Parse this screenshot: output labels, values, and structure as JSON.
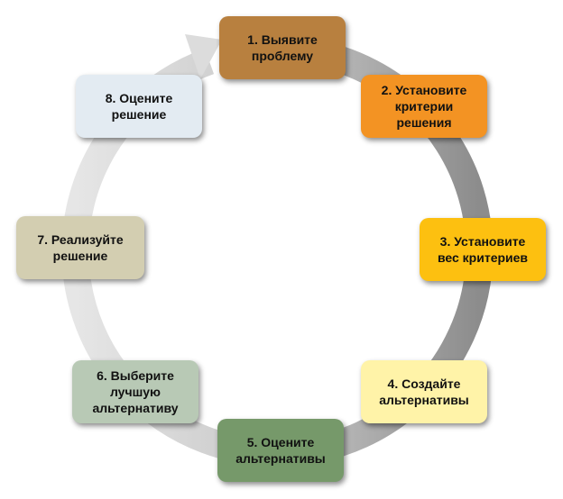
{
  "steps": [
    {
      "label": "1.     Выявите\nпроблему",
      "color": "#B8803F"
    },
    {
      "label": "2. Установите\nкритерии\nрешения",
      "color": "#F39323"
    },
    {
      "label": "3. Установите\nвес критериев",
      "color": "#FDC010"
    },
    {
      "label": "4. Создайте\nальтернативы",
      "color": "#FFF3A8"
    },
    {
      "label": "5.  Оцените\nальтернативы",
      "color": "#76996A"
    },
    {
      "label": "6. Выберите\nлучшую\nальтернативу",
      "color": "#B8C9B5"
    },
    {
      "label": "7. Реализуйте\nрешение",
      "color": "#D3CEB1"
    },
    {
      "label": "8. Оцените\nрешение",
      "color": "#E3EBF2"
    }
  ]
}
